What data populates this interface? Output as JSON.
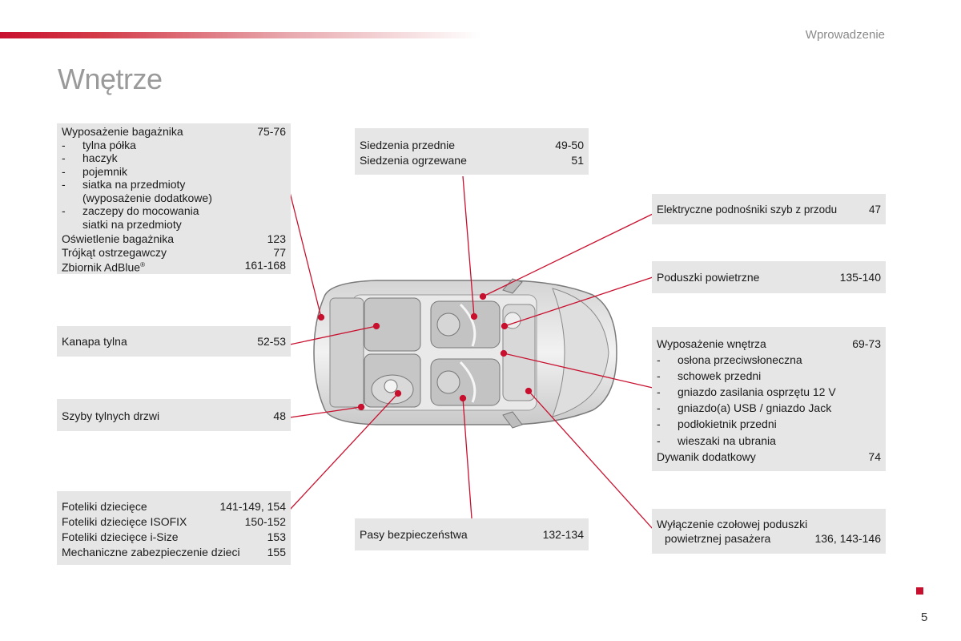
{
  "header": {
    "section": "Wprowadzenie",
    "title": "Wnętrze"
  },
  "boxes": {
    "trunk": {
      "title": "Wyposażenie bagażnika",
      "title_pages": "75-76",
      "items": [
        "tylna półka",
        "haczyk",
        "pojemnik",
        "siatka na przedmioty\n(wyposażenie dodatkowe)",
        "zaczepy do mocowania\nsiatki na przedmioty"
      ],
      "rows": [
        {
          "label": "Oświetlenie bagażnika",
          "pages": "123"
        },
        {
          "label": "Trójkąt ostrzegawczy",
          "pages": "77"
        },
        {
          "label": "Zbiornik AdBlue",
          "sup": "®",
          "pages": "161-168"
        }
      ]
    },
    "rear_bench": {
      "label": "Kanapa tylna",
      "pages": "52-53"
    },
    "rear_windows": {
      "label": "Szyby tylnych drzwi",
      "pages": "48"
    },
    "child": {
      "rows": [
        {
          "label": "Foteliki dziecięce",
          "pages": "141-149, 154"
        },
        {
          "label": "Foteliki dziecięce ISOFIX",
          "pages": "150-152"
        },
        {
          "label": "Foteliki dziecięce i-Size",
          "pages": "153"
        },
        {
          "label": "Mechaniczne zabezpieczenie dzieci",
          "pages": "155"
        }
      ]
    },
    "front_seats": {
      "rows": [
        {
          "label": "Siedzenia przednie",
          "pages": "49-50"
        },
        {
          "label": "Siedzenia ogrzewane",
          "pages": "51"
        }
      ]
    },
    "belts": {
      "label": "Pasy bezpieczeństwa",
      "pages": "132-134"
    },
    "front_windows": {
      "label": "Elektryczne podnośniki szyb z przodu",
      "pages": "47"
    },
    "airbags": {
      "label": "Poduszki powietrzne",
      "pages": "135-140"
    },
    "interior": {
      "title": "Wyposażenie wnętrza",
      "title_pages": "69-73",
      "items": [
        "osłona przeciwsłoneczna",
        "schowek przedni",
        "gniazdo zasilania osprzętu 12 V",
        "gniazdo(a) USB / gniazdo Jack",
        "podłokietnik przedni",
        "wieszaki na ubrania"
      ],
      "rows": [
        {
          "label": "Dywanik dodatkowy",
          "pages": "74"
        }
      ]
    },
    "airbag_off": {
      "line1": "Wyłączenie czołowej poduszki",
      "line2": "powietrznej pasażera",
      "pages": "136, 143-146"
    }
  },
  "page_number": "5",
  "colors": {
    "accent": "#c8102e",
    "box_bg": "#e6e6e6"
  }
}
